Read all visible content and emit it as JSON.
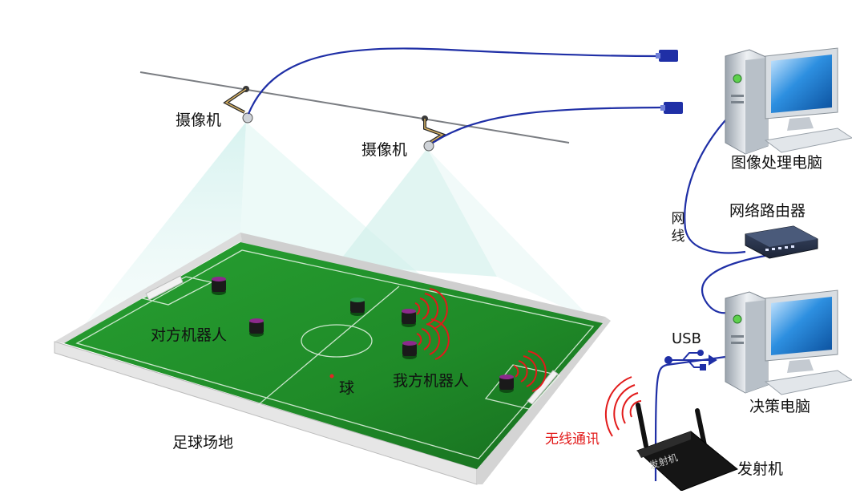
{
  "labels": {
    "camera_1": "摄像机",
    "camera_2": "摄像机",
    "image_pc": "图像处理电脑",
    "router": "网络路由器",
    "network_cable_char1": "网",
    "network_cable_char2": "线",
    "decision_pc": "决策电脑",
    "usb": "USB",
    "wireless": "无线通讯",
    "transmitter": "发射机",
    "transmitter_device_text": "发射机",
    "opponent_robots": "对方机器人",
    "our_robots": "我方机器人",
    "ball": "球",
    "field": "足球场地"
  },
  "colors": {
    "cable": "#1f2fa6",
    "field_green": "#1f8a28",
    "wall": "#d9d9d9",
    "wireless_text": "#e21a1a",
    "signal_waves": "#e21a1a",
    "camera_cone": "#bfe9e6"
  },
  "icons": {
    "camera": "camera-icon",
    "computer": "computer-icon",
    "router": "router-icon",
    "transmitter": "transmitter-icon",
    "usb": "usb-icon",
    "signal": "wireless-signal-icon",
    "robot": "robot-icon",
    "ball": "ball-icon"
  }
}
